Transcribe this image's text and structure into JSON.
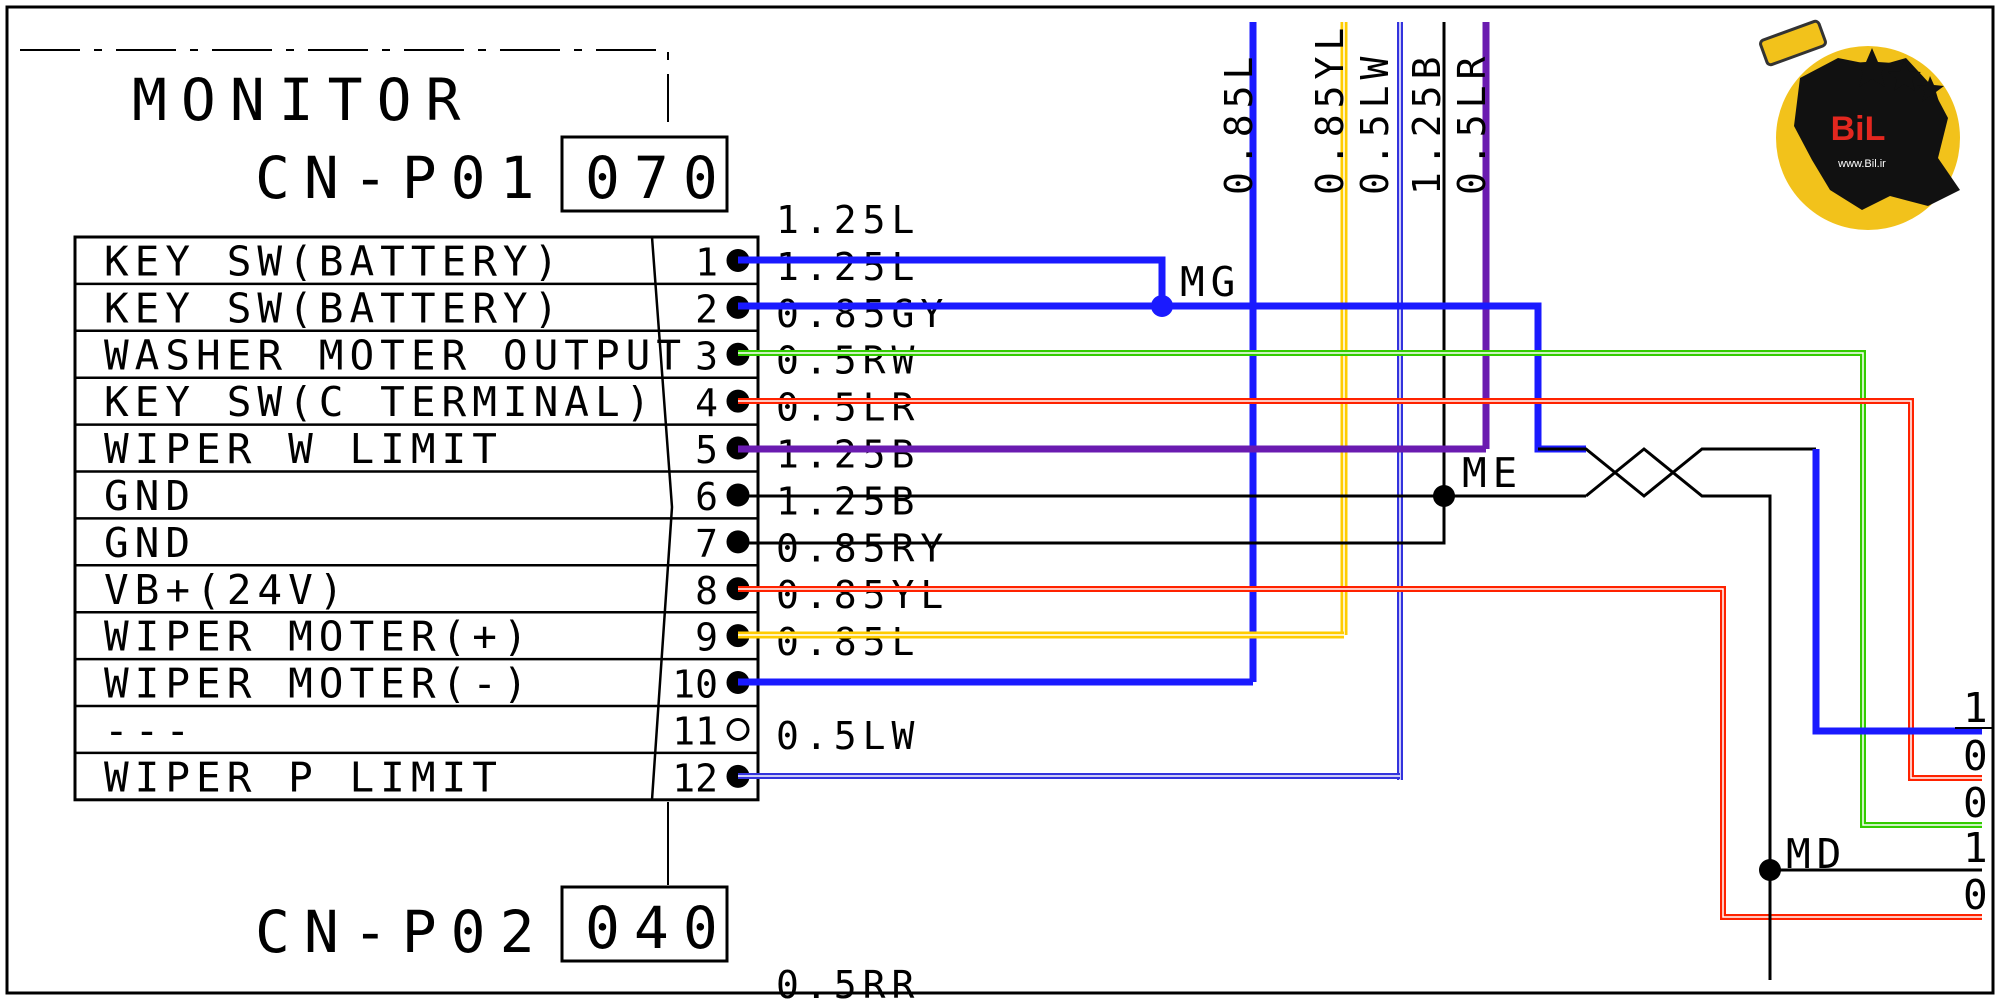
{
  "monitor": {
    "title": "MONITOR",
    "connector_top": {
      "name": "CN-P01",
      "code": "070"
    },
    "connector_bottom": {
      "name": "CN-P02",
      "code": "040"
    }
  },
  "pins": [
    {
      "number": "1",
      "label": "KEY SW(BATTERY)",
      "wire": "1.25L",
      "color": "#1a1aff",
      "connected": true
    },
    {
      "number": "2",
      "label": "KEY SW(BATTERY)",
      "wire": "1.25L",
      "color": "#1a1aff",
      "connected": true
    },
    {
      "number": "3",
      "label": "WASHER MOTER OUTPUT",
      "wire": "0.85GY",
      "color": "#33cc00",
      "connected": true
    },
    {
      "number": "4",
      "label": "KEY SW(C TERMINAL)",
      "wire": "0.5RW",
      "color": "#ff2200",
      "connected": true
    },
    {
      "number": "5",
      "label": "WIPER W LIMIT",
      "wire": "0.5LR",
      "color": "#6a1bb0",
      "connected": true
    },
    {
      "number": "6",
      "label": "GND",
      "wire": "1.25B",
      "color": "#000000",
      "connected": true
    },
    {
      "number": "7",
      "label": "GND",
      "wire": "1.25B",
      "color": "#000000",
      "connected": true
    },
    {
      "number": "8",
      "label": "VB+(24V)",
      "wire": "0.85RY",
      "color": "#ff2200",
      "connected": true
    },
    {
      "number": "9",
      "label": "WIPER MOTER(+)",
      "wire": "0.85YL",
      "color": "#ffcc00",
      "connected": true
    },
    {
      "number": "10",
      "label": "WIPER MOTER(-)",
      "wire": "0.85L",
      "color": "#1a1aff",
      "connected": true
    },
    {
      "number": "11",
      "label": "---",
      "wire": "",
      "color": "#000000",
      "connected": false
    },
    {
      "number": "12",
      "label": "WIPER P LIMIT",
      "wire": "0.5LW",
      "color": "#3333dd",
      "connected": true
    }
  ],
  "vertical_wire_labels": [
    "0.85L",
    "0.85YL",
    "0.5LW",
    "1.25B",
    "0.5LR"
  ],
  "junctions": {
    "mg": "MG",
    "me": "ME",
    "md": "MD"
  },
  "right_edge_labels": [
    "1",
    "0",
    "0",
    "1",
    "0"
  ],
  "bottom_partial_label": "0.5RR",
  "logo": {
    "text": "BiL",
    "url_text": "www.Bil.ir"
  },
  "colors": {
    "blue": "#1a1aff",
    "green": "#33cc00",
    "red": "#ff2200",
    "purple": "#6a1bb0",
    "yellow": "#ffcc00",
    "black": "#000000",
    "logo_gold": "#f2c21b"
  }
}
